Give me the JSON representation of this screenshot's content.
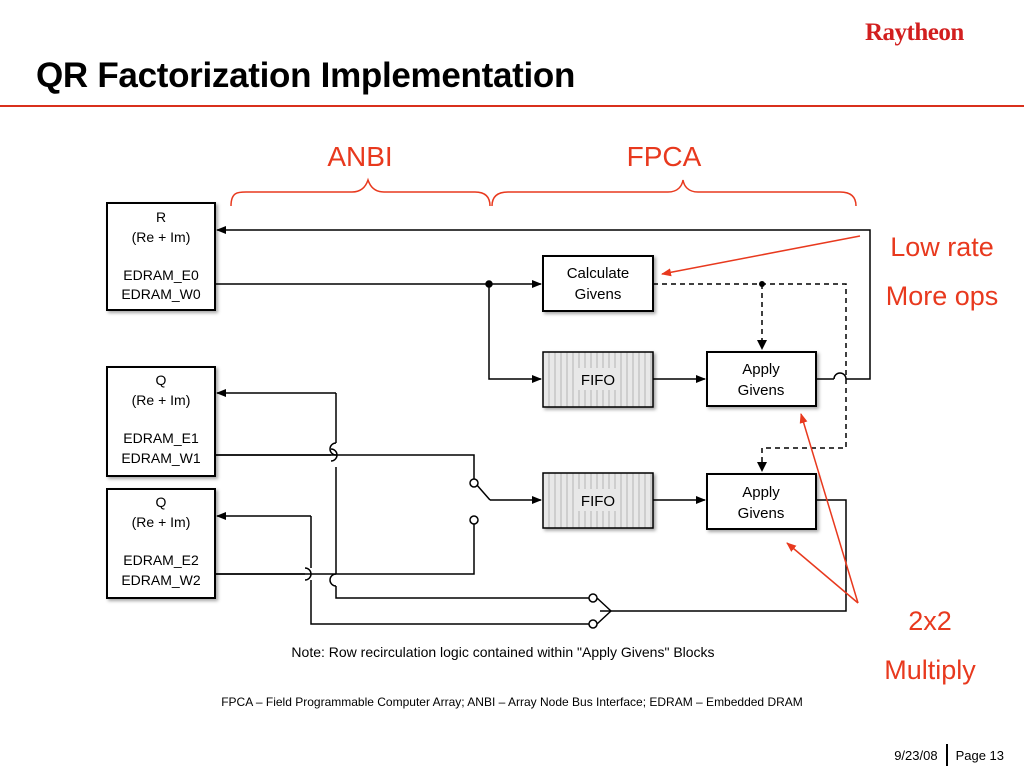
{
  "header": {
    "title": "QR Factorization Implementation",
    "logo_text": "Raytheon",
    "accent_color": "#d9301c"
  },
  "diagram": {
    "labels": {
      "anbi": "ANBI",
      "fpca": "FPCA",
      "low_rate": "Low rate",
      "more_ops": "More ops",
      "two_by_two": "2x2",
      "multiply": "Multiply"
    },
    "memory_blocks": {
      "r": {
        "line1": "R",
        "line2": "(Re + Im)",
        "line3": "EDRAM_E0",
        "line4": "EDRAM_W0"
      },
      "q1": {
        "line1": "Q",
        "line2": "(Re + Im)",
        "line3": "EDRAM_E1",
        "line4": "EDRAM_W1"
      },
      "q2": {
        "line1": "Q",
        "line2": "(Re + Im)",
        "line3": "EDRAM_E2",
        "line4": "EDRAM_W2"
      }
    },
    "calc_givens": {
      "line1": "Calculate",
      "line2": "Givens"
    },
    "fifo_top": "FIFO",
    "fifo_bottom": "FIFO",
    "apply_top": {
      "line1": "Apply",
      "line2": "Givens"
    },
    "apply_bottom": {
      "line1": "Apply",
      "line2": "Givens"
    },
    "note": "Note: Row recirculation logic contained within \"Apply Givens\" Blocks",
    "annotation_color": "#e8391e"
  },
  "footnote": "FPCA – Field Programmable Computer Array; ANBI – Array Node Bus Interface; EDRAM – Embedded DRAM",
  "footer": {
    "date": "9/23/08",
    "page": "Page 13"
  }
}
